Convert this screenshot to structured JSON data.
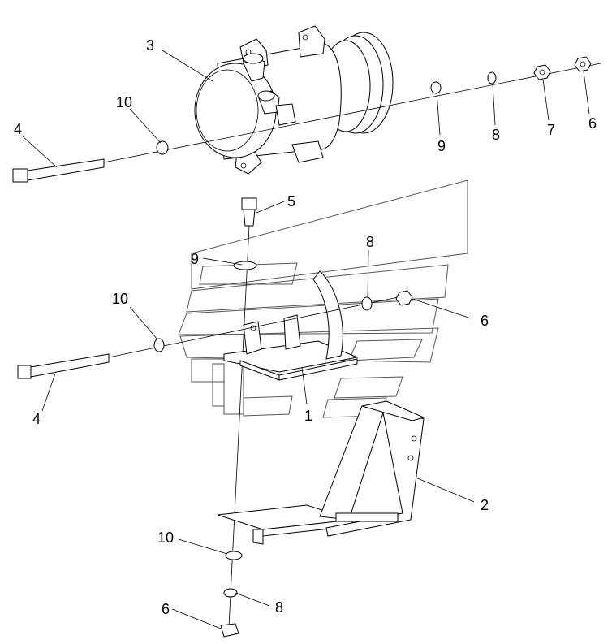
{
  "callouts": [
    {
      "id": "c-3-top",
      "label": "3"
    },
    {
      "id": "c-10-top",
      "label": "10"
    },
    {
      "id": "c-4-top",
      "label": "4"
    },
    {
      "id": "c-9-top",
      "label": "9"
    },
    {
      "id": "c-8-top",
      "label": "8"
    },
    {
      "id": "c-7-top",
      "label": "7"
    },
    {
      "id": "c-6-top",
      "label": "6"
    },
    {
      "id": "c-5",
      "label": "5"
    },
    {
      "id": "c-9-mid",
      "label": "9"
    },
    {
      "id": "c-8-mid",
      "label": "8"
    },
    {
      "id": "c-10-mid",
      "label": "10"
    },
    {
      "id": "c-6-mid",
      "label": "6"
    },
    {
      "id": "c-4-mid",
      "label": "4"
    },
    {
      "id": "c-1",
      "label": "1"
    },
    {
      "id": "c-2",
      "label": "2"
    },
    {
      "id": "c-10-bot",
      "label": "10"
    },
    {
      "id": "c-8-bot",
      "label": "8"
    },
    {
      "id": "c-6-bot",
      "label": "6"
    }
  ]
}
